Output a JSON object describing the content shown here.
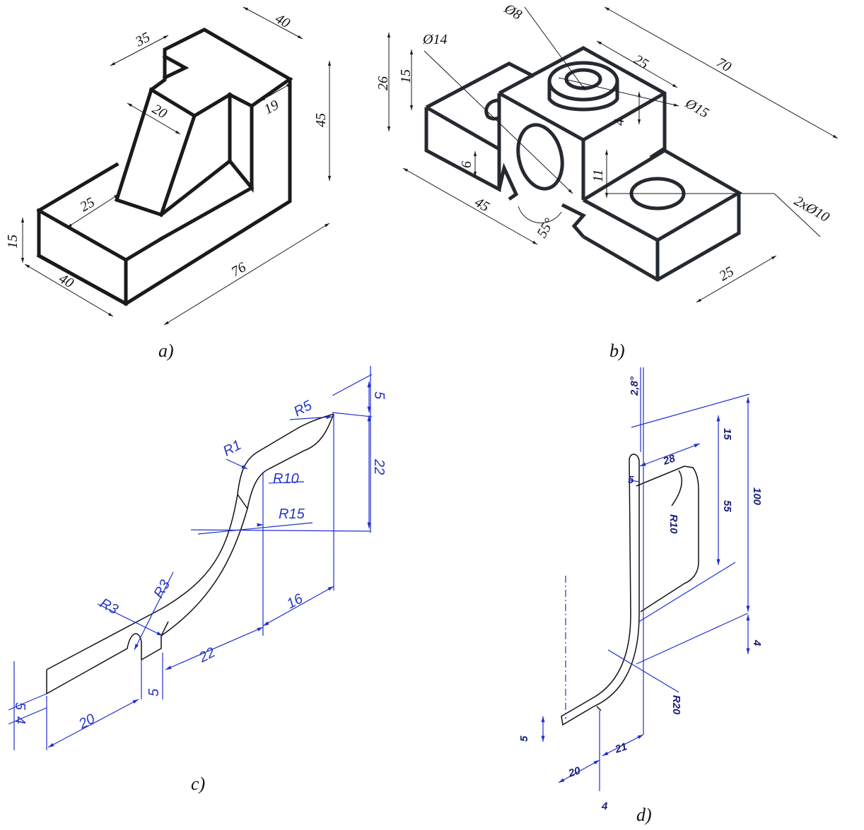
{
  "panels": [
    {
      "caption": "a)",
      "dimensions": [
        "35",
        "40",
        "20",
        "19",
        "45",
        "25",
        "15",
        "40",
        "76"
      ]
    },
    {
      "caption": "b)",
      "dimensions": [
        "Ø8",
        "Ø14",
        "25",
        "70",
        "26",
        "15",
        "Ø15",
        "4",
        "6",
        "11",
        "45",
        "55°",
        "2xØ10",
        "25"
      ]
    },
    {
      "caption": "c)",
      "dimensions": [
        "5",
        "R5",
        "R1",
        "22",
        "R10",
        "R15",
        "R3",
        "R3",
        "16",
        "22",
        "5",
        "5",
        "4",
        "20"
      ]
    },
    {
      "caption": "d)",
      "dimensions": [
        "2,8°",
        "15",
        "28",
        "5",
        "100",
        "55",
        "R10",
        "4",
        "R20",
        "5",
        "21",
        "20",
        "4"
      ]
    }
  ]
}
